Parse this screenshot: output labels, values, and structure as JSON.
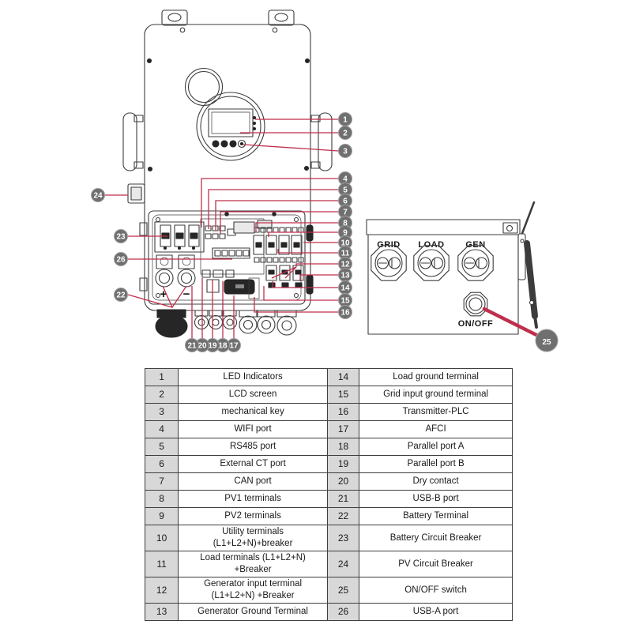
{
  "diagram": {
    "colors": {
      "leader_line": "#bf2f4b",
      "callout_fill": "#6f6f6f",
      "callout_ring": "#9e9e9e",
      "callout_text": "#ffffff",
      "line_color": "#3c3c3c",
      "table_number_bg": "#d8d8d8"
    },
    "front_view": {
      "battery_plus": "+",
      "battery_minus": "−"
    },
    "side_view": {
      "grid_label": "GRID",
      "load_label": "LOAD",
      "gen_label": "GEN",
      "onoff_label": "ON/OFF"
    },
    "callout_numbers": [
      "1",
      "2",
      "3",
      "4",
      "5",
      "6",
      "7",
      "8",
      "9",
      "10",
      "11",
      "12",
      "13",
      "14",
      "15",
      "16",
      "17",
      "18",
      "19",
      "20",
      "21",
      "22",
      "23",
      "24",
      "25",
      "26"
    ]
  },
  "parts_table": {
    "rows": [
      {
        "left_no": "1",
        "left_label": "LED Indicators",
        "right_no": "14",
        "right_label": "Load ground terminal"
      },
      {
        "left_no": "2",
        "left_label": "LCD screen",
        "right_no": "15",
        "right_label": "Grid input ground terminal"
      },
      {
        "left_no": "3",
        "left_label": "mechanical key",
        "right_no": "16",
        "right_label": "Transmitter-PLC"
      },
      {
        "left_no": "4",
        "left_label": "WIFI port",
        "right_no": "17",
        "right_label": "AFCI"
      },
      {
        "left_no": "5",
        "left_label": "RS485 port",
        "right_no": "18",
        "right_label": "Parallel port A"
      },
      {
        "left_no": "6",
        "left_label": "External CT port",
        "right_no": "19",
        "right_label": "Parallel port B"
      },
      {
        "left_no": "7",
        "left_label": "CAN port",
        "right_no": "20",
        "right_label": "Dry contact"
      },
      {
        "left_no": "8",
        "left_label": "PV1 terminals",
        "right_no": "21",
        "right_label": "USB-B port"
      },
      {
        "left_no": "9",
        "left_label": "PV2 terminals",
        "right_no": "22",
        "right_label": "Battery Terminal"
      },
      {
        "left_no": "10",
        "left_label": "Utility terminals\n(L1+L2+N)+breaker",
        "right_no": "23",
        "right_label": "Battery Circuit Breaker"
      },
      {
        "left_no": "11",
        "left_label": "Load terminals  (L1+L2+N)\n+Breaker",
        "right_no": "24",
        "right_label": "PV Circuit Breaker"
      },
      {
        "left_no": "12",
        "left_label": "Generator input terminal\n(L1+L2+N)  +Breaker",
        "right_no": "25",
        "right_label": "ON/OFF switch"
      },
      {
        "left_no": "13",
        "left_label": "Generator Ground Terminal",
        "right_no": "26",
        "right_label": "USB-A port"
      }
    ]
  }
}
